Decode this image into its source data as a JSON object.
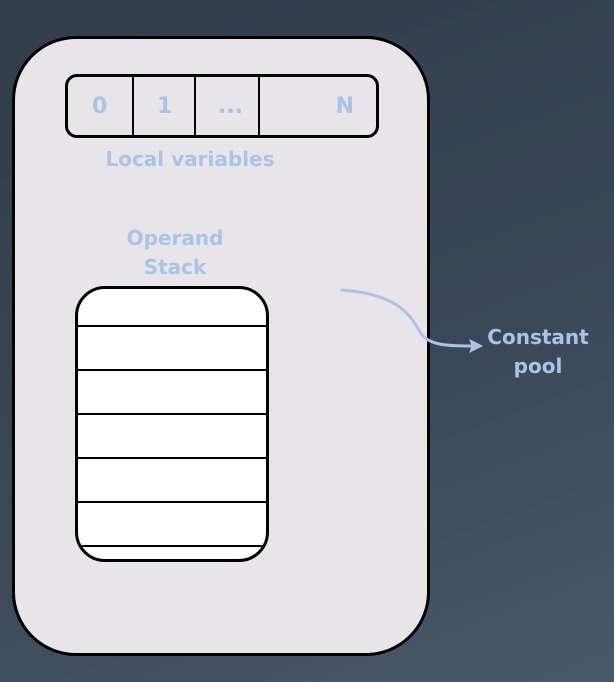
{
  "locals": {
    "cells": [
      "0",
      "1",
      "...",
      "N"
    ],
    "label": "Local variables"
  },
  "operand_stack": {
    "label_line1": "Operand",
    "label_line2": "Stack",
    "slots": 6
  },
  "constant_pool": {
    "label_line1": "Constant",
    "label_line2": "pool"
  },
  "colors": {
    "background": "#36424f",
    "frame_fill": "#e7e5e8",
    "stack_fill": "#ffffff",
    "label": "#a9c4e6",
    "outline": "#000000"
  }
}
